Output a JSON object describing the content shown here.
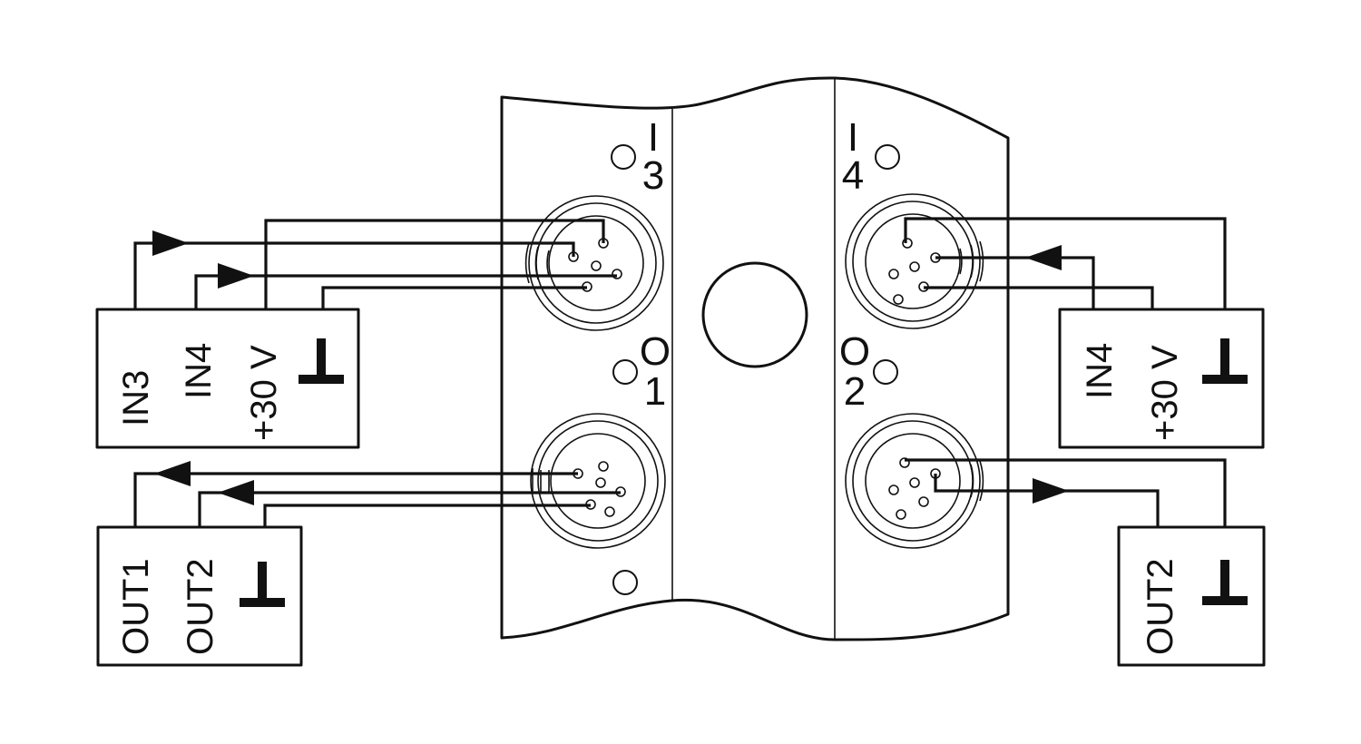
{
  "module": {
    "ports": [
      {
        "letter": "I",
        "number": "3"
      },
      {
        "letter": "I",
        "number": "4"
      },
      {
        "letter": "O",
        "number": "1"
      },
      {
        "letter": "O",
        "number": "2"
      }
    ]
  },
  "boxes": {
    "input_left": {
      "labels": [
        "IN3",
        "IN4",
        "+30 V"
      ]
    },
    "input_right": {
      "labels": [
        "IN4",
        "+30 V"
      ]
    },
    "output_left": {
      "labels": [
        "OUT1",
        "OUT2"
      ]
    },
    "output_right": {
      "labels": [
        "OUT2"
      ]
    }
  },
  "icons": {
    "ground": "ground-symbol-icon",
    "led": "led-indicator-icon",
    "connector": "m12-connector-icon"
  }
}
